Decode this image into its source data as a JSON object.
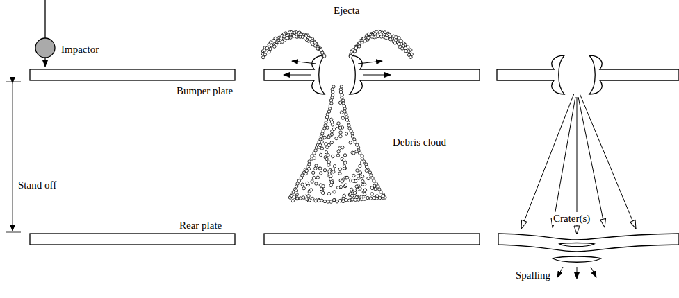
{
  "diagram": {
    "labels": [
      "Impactor",
      "Bumper plate",
      "Stand off",
      "Rear plate",
      "Ejecta",
      "Debris cloud",
      "Crater(s)",
      "Spalling"
    ]
  }
}
